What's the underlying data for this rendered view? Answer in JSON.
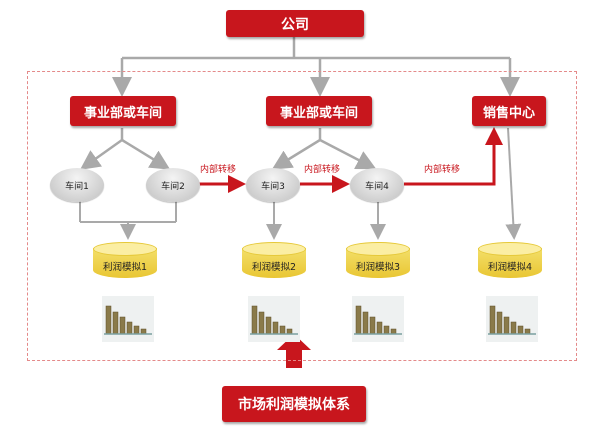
{
  "company": "公司",
  "divisions": [
    "事业部或车间",
    "事业部或车间",
    "销售中心"
  ],
  "workshops": [
    "车间1",
    "车间2",
    "车间3",
    "车间4"
  ],
  "transfer_label": "内部转移",
  "profit_sims": [
    "利润模拟1",
    "利润模拟2",
    "利润模拟3",
    "利润模拟4"
  ],
  "system_label": "市场利润模拟体系",
  "colors": {
    "accent": "#c8161d",
    "connector": "#a9a9a9",
    "dashed_border": "#e48a8a",
    "drum": "#f0d24e"
  },
  "icons": [
    "bar-figures-icon",
    "bar-figures-icon",
    "bar-figures-icon",
    "bar-figures-icon"
  ]
}
